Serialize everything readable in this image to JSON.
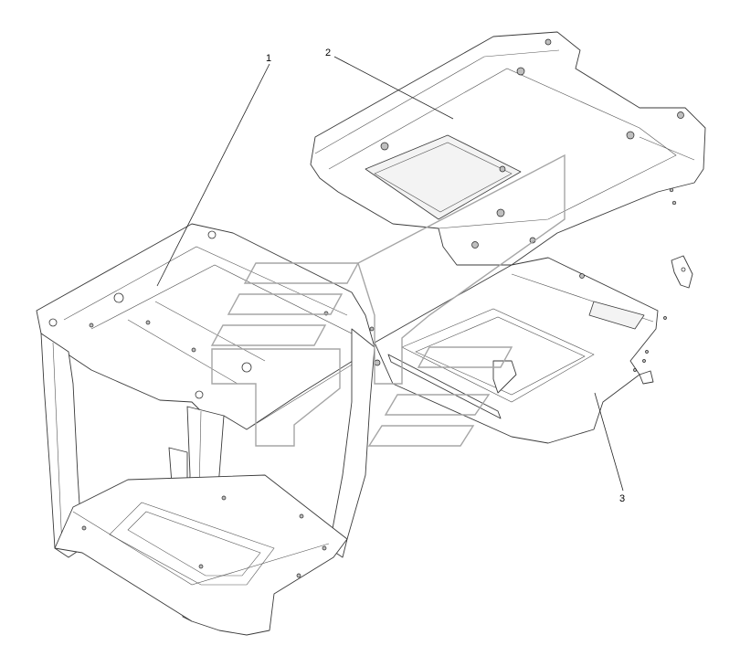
{
  "callouts": [
    {
      "id": "1",
      "label": "1"
    },
    {
      "id": "2",
      "label": "2"
    },
    {
      "id": "3",
      "label": "3"
    }
  ],
  "icons": {
    "watermark": "stylized-truck-logo-icon"
  },
  "colors": {
    "background": "#ffffff",
    "line": "#3a3a3a",
    "watermark": "#a6a6a6"
  }
}
